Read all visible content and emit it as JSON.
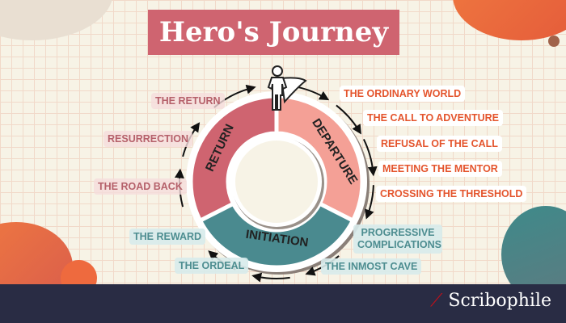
{
  "title": "Hero's Journey",
  "colors": {
    "return": "#cf6470",
    "departure": "#f4a096",
    "initiation": "#4a8a8f",
    "accent": "#e4542c"
  },
  "ring": {
    "return": "RETURN",
    "departure": "DEPARTURE",
    "initiation": "INITIATION"
  },
  "stages": {
    "departure": [
      "THE ORDINARY WORLD",
      "THE CALL TO ADVENTURE",
      "REFUSAL OF THE CALL",
      "MEETING THE MENTOR",
      "CROSSING THE THRESHOLD"
    ],
    "initiation": [
      "PROGRESSIVE COMPLICATIONS",
      "THE INMOST CAVE",
      "THE ORDEAL",
      "THE REWARD"
    ],
    "return": [
      "THE ROAD BACK",
      "RESURRECTION",
      "THE RETURN"
    ]
  },
  "footer": {
    "brand": "Scribophile"
  }
}
